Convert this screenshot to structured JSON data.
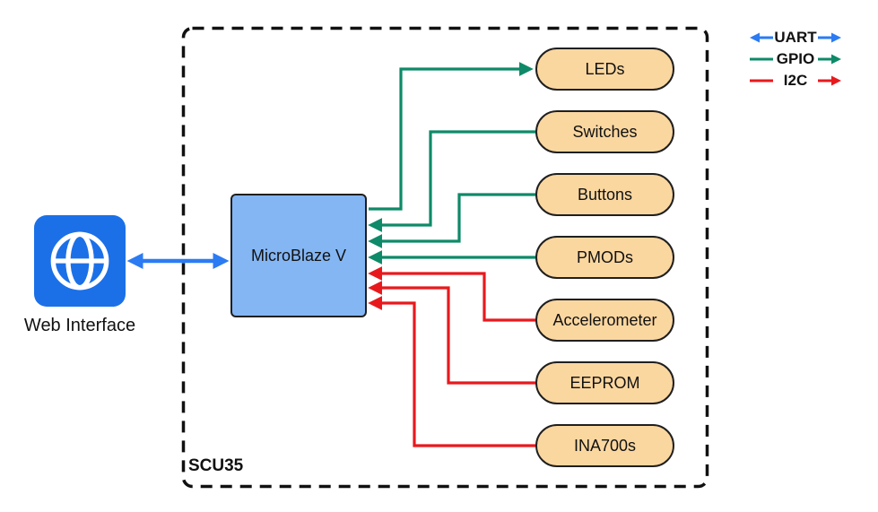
{
  "diagram": {
    "boundary": {
      "label": "SCU35"
    },
    "external_node": {
      "label": "Web Interface"
    },
    "processor": {
      "label": "MicroBlaze V"
    },
    "peripherals": [
      {
        "label": "LEDs",
        "bus": "GPIO"
      },
      {
        "label": "Switches",
        "bus": "GPIO"
      },
      {
        "label": "Buttons",
        "bus": "GPIO"
      },
      {
        "label": "PMODs",
        "bus": "GPIO"
      },
      {
        "label": "Accelerometer",
        "bus": "I2C"
      },
      {
        "label": "EEPROM",
        "bus": "I2C"
      },
      {
        "label": "INA700s",
        "bus": "I2C"
      }
    ],
    "edges": [
      {
        "from": "Web Interface",
        "to": "MicroBlaze V",
        "bus": "UART",
        "direction": "bidirectional"
      },
      {
        "from": "MicroBlaze V",
        "to": "LEDs",
        "bus": "GPIO",
        "direction": "to"
      },
      {
        "from": "Switches",
        "to": "MicroBlaze V",
        "bus": "GPIO",
        "direction": "to"
      },
      {
        "from": "Buttons",
        "to": "MicroBlaze V",
        "bus": "GPIO",
        "direction": "to"
      },
      {
        "from": "PMODs",
        "to": "MicroBlaze V",
        "bus": "GPIO",
        "direction": "to"
      },
      {
        "from": "Accelerometer",
        "to": "MicroBlaze V",
        "bus": "I2C",
        "direction": "to"
      },
      {
        "from": "EEPROM",
        "to": "MicroBlaze V",
        "bus": "I2C",
        "direction": "to"
      },
      {
        "from": "INA700s",
        "to": "MicroBlaze V",
        "bus": "I2C",
        "direction": "to"
      }
    ],
    "legend": [
      {
        "label": "UART",
        "color": "#2b7bf3",
        "arrows": "both"
      },
      {
        "label": "GPIO",
        "color": "#0e8a68",
        "arrows": "right"
      },
      {
        "label": "I2C",
        "color": "#e8191d",
        "arrows": "right"
      }
    ],
    "colors": {
      "uart": "#2b7bf3",
      "gpio": "#0e8a68",
      "i2c": "#e8191d",
      "peripheral_fill": "#fbd7a0",
      "node_border": "#1f1f1f",
      "processor_fill": "#84b6f4",
      "web_icon_fill": "#1b70e8"
    }
  }
}
